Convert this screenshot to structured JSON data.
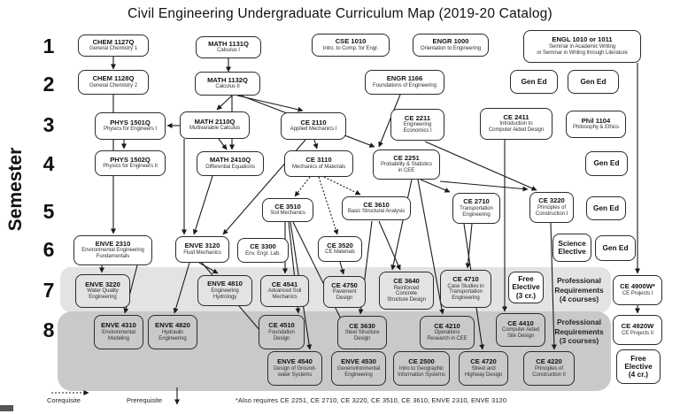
{
  "title": "Civil Engineering Undergraduate Curriculum Map (2019-20 Catalog)",
  "sidebar": {
    "label": "Semester",
    "numbers": [
      "1",
      "2",
      "3",
      "4",
      "5",
      "6",
      "7",
      "8"
    ]
  },
  "courses": [
    {
      "id": "chem1127",
      "code": "CHEM 1127Q",
      "lines": [
        "General Chemistry 1"
      ],
      "style": "white"
    },
    {
      "id": "math1131",
      "code": "MATH 1131Q",
      "lines": [
        "Calculus I"
      ],
      "style": "white"
    },
    {
      "id": "cse1010",
      "code": "CSE 1010",
      "lines": [
        "Intro. to Comp. for Engr."
      ],
      "style": "white"
    },
    {
      "id": "engr1000",
      "code": "ENGR 1000",
      "lines": [
        "Orientation to Engineering"
      ],
      "style": "white"
    },
    {
      "id": "engl1010",
      "code": "ENGL 1010 or 1011",
      "lines": [
        "Seminar in Academic Writing",
        "or Seminar in Writing through Literature"
      ],
      "style": "white"
    },
    {
      "id": "chem1128",
      "code": "CHEM 1128Q",
      "lines": [
        "General Chemistry 2"
      ],
      "style": "white"
    },
    {
      "id": "math1132",
      "code": "MATH 1132Q",
      "lines": [
        "Calculus II"
      ],
      "style": "white"
    },
    {
      "id": "engr1166",
      "code": "ENGR 1166",
      "lines": [
        "Foundations of Engineering"
      ],
      "style": "white"
    },
    {
      "id": "gened2a",
      "code": "Gen Ed",
      "lines": [],
      "style": "white",
      "bold": true
    },
    {
      "id": "gened2b",
      "code": "Gen Ed",
      "lines": [],
      "style": "white",
      "bold": true
    },
    {
      "id": "phys1501",
      "code": "PHYS 1501Q",
      "lines": [
        "Physics for Engineers I"
      ],
      "style": "white"
    },
    {
      "id": "math2110",
      "code": "MATH 2110Q",
      "lines": [
        "Multivariable Calculus"
      ],
      "style": "white"
    },
    {
      "id": "ce2110",
      "code": "CE 2110",
      "lines": [
        "Applied Mechanics I"
      ],
      "style": "white"
    },
    {
      "id": "ce2211",
      "code": "CE 2211",
      "lines": [
        "Engineering",
        "Economics I"
      ],
      "style": "white"
    },
    {
      "id": "ce2411",
      "code": "CE 2411",
      "lines": [
        "Introduction to",
        "Computer Aided Design"
      ],
      "style": "white"
    },
    {
      "id": "phil1104",
      "code": "Phil 1104",
      "lines": [
        "Philosophy & Ethics"
      ],
      "style": "white"
    },
    {
      "id": "phys1502",
      "code": "PHYS 1502Q",
      "lines": [
        "Physics for Engineers II"
      ],
      "style": "white"
    },
    {
      "id": "math2410",
      "code": "MATH 2410Q",
      "lines": [
        "Differential Equations"
      ],
      "style": "white"
    },
    {
      "id": "ce3110",
      "code": "CE 3110",
      "lines": [
        "Mechanics of Materials"
      ],
      "style": "white"
    },
    {
      "id": "ce2251",
      "code": "CE 2251",
      "lines": [
        "Probability & Statistics",
        "in CEE"
      ],
      "style": "white"
    },
    {
      "id": "gened4",
      "code": "Gen Ed",
      "lines": [],
      "style": "white",
      "bold": true
    },
    {
      "id": "ce3510",
      "code": "CE 3510",
      "lines": [
        "Soil Mechanics"
      ],
      "style": "white"
    },
    {
      "id": "ce3610",
      "code": "CE 3610",
      "lines": [
        "Basic Structural Analysis"
      ],
      "style": "white"
    },
    {
      "id": "ce2710",
      "code": "CE 2710",
      "lines": [
        "Transportation",
        "Engineering"
      ],
      "style": "white"
    },
    {
      "id": "ce3220",
      "code": "CE 3220",
      "lines": [
        "Principles of",
        "Construction I"
      ],
      "style": "white"
    },
    {
      "id": "gened5",
      "code": "Gen Ed",
      "lines": [],
      "style": "white",
      "bold": true
    },
    {
      "id": "enve2310",
      "code": "ENVE 2310",
      "lines": [
        "Environmental Engineering",
        "Fundamentals"
      ],
      "style": "white"
    },
    {
      "id": "enve3120",
      "code": "ENVE 3120",
      "lines": [
        "Fluid Mechanics"
      ],
      "style": "white"
    },
    {
      "id": "ce3300",
      "code": "CE 3300",
      "lines": [
        "Env. Engr. Lab."
      ],
      "style": "white"
    },
    {
      "id": "ce3520",
      "code": "CE 3520",
      "lines": [
        "CE Materials"
      ],
      "style": "white"
    },
    {
      "id": "scielec",
      "code": "Science",
      "lines": [
        "Elective"
      ],
      "style": "white",
      "bold": true
    },
    {
      "id": "gened6",
      "code": "Gen Ed",
      "lines": [],
      "style": "white",
      "bold": true
    },
    {
      "id": "enve3220",
      "code": "ENVE 3220",
      "lines": [
        "Water Quality",
        "Engineering"
      ],
      "style": "band7"
    },
    {
      "id": "enve4810",
      "code": "ENVE 4810",
      "lines": [
        "Engineering",
        "Hydrology"
      ],
      "style": "band7"
    },
    {
      "id": "ce4541",
      "code": "CE 4541",
      "lines": [
        "Advanced Soil",
        "Mechanics"
      ],
      "style": "band7"
    },
    {
      "id": "ce4750",
      "code": "CE 4750",
      "lines": [
        "Pavement",
        "Design"
      ],
      "style": "band7"
    },
    {
      "id": "ce3640",
      "code": "CE 3640",
      "lines": [
        "Reinforced",
        "Concrete",
        "Structure Design"
      ],
      "style": "band7"
    },
    {
      "id": "ce4710",
      "code": "CE 4710",
      "lines": [
        "Case Studies in",
        "Transportation",
        "Engineering"
      ],
      "style": "band7"
    },
    {
      "id": "free3",
      "code": "Free",
      "lines": [
        "Elective",
        "(3 cr.)"
      ],
      "style": "white",
      "bold": true
    },
    {
      "id": "ce4900",
      "code": "CE 4900W*",
      "lines": [
        "CE Projects I"
      ],
      "style": "white"
    },
    {
      "id": "enve4310",
      "code": "ENVE 4310",
      "lines": [
        "Environmental",
        "Modeling"
      ],
      "style": "band8"
    },
    {
      "id": "enve4820",
      "code": "ENVE 4820",
      "lines": [
        "Hydraulic",
        "Engineering"
      ],
      "style": "band8"
    },
    {
      "id": "ce4510",
      "code": "CE 4510",
      "lines": [
        "Foundation",
        "Design"
      ],
      "style": "band8"
    },
    {
      "id": "ce3630",
      "code": "CE 3630",
      "lines": [
        "Steel Structure",
        "Design"
      ],
      "style": "band8"
    },
    {
      "id": "ce4210",
      "code": "CE 4210",
      "lines": [
        "Operations",
        "Research in CEE"
      ],
      "style": "band8"
    },
    {
      "id": "ce4410",
      "code": "CE 4410",
      "lines": [
        "Computer Aided",
        "Site Design"
      ],
      "style": "band8"
    },
    {
      "id": "ce4920",
      "code": "CE 4920W",
      "lines": [
        "CE Projects II"
      ],
      "style": "white"
    },
    {
      "id": "enve4540",
      "code": "ENVE 4540",
      "lines": [
        "Design of Ground-",
        "water Systems"
      ],
      "style": "band8"
    },
    {
      "id": "enve4530",
      "code": "ENVE 4530",
      "lines": [
        "Geoenvironmental",
        "Engineering"
      ],
      "style": "band8"
    },
    {
      "id": "ce2500",
      "code": "CE 2500",
      "lines": [
        "Intro to Geographic",
        "Information Systems"
      ],
      "style": "band8"
    },
    {
      "id": "ce4720",
      "code": "CE 4720",
      "lines": [
        "Street and",
        "Highway Design"
      ],
      "style": "band8"
    },
    {
      "id": "ce4220",
      "code": "CE 4220",
      "lines": [
        "Principles of",
        "Construction II"
      ],
      "style": "band8"
    },
    {
      "id": "free4",
      "code": "Free",
      "lines": [
        "Elective",
        "(4 cr.)"
      ],
      "style": "white",
      "bold": true
    }
  ],
  "notes": {
    "prof4": [
      "Professional",
      "Requirements",
      "(4 courses)"
    ],
    "prof3": [
      "Professional",
      "Requirements",
      "(3 courses)"
    ]
  },
  "legend": {
    "corequisite": "Corequisite",
    "prerequisite": "Prerequisite",
    "footnote": "*Also requires CE 2251, CE 2710, CE 3220, CE 3510, CE 3610, ENVE 2310, ENVE 3120"
  },
  "colors": {
    "band7": "#e3e3e3",
    "band8": "#c9c9c9",
    "line": "#1a1a1a",
    "box_border": "#2b2b2b"
  }
}
